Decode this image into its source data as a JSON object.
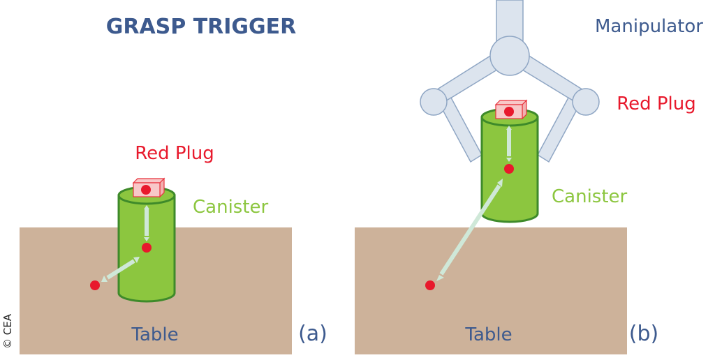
{
  "title": "GRASP TRIGGER",
  "copyright": "© CEA",
  "colors": {
    "title": "#3d5a8e",
    "table_fill": "#cdb29a",
    "canister_fill": "#8cc63f",
    "canister_stroke": "#3e8a2a",
    "plug_fill": "#f8c8c8",
    "plug_stroke": "#e8323c",
    "point": "#e8192c",
    "arrow": "#cfe8d8",
    "manipulator_fill": "#dce4ee",
    "manipulator_stroke": "#8fa6c4",
    "label_red": "#e8192c",
    "label_green": "#8cc63f",
    "label_blue": "#3d5a8e"
  },
  "panels": [
    {
      "id": "a",
      "panel_label": "(a)",
      "table_label": "Table",
      "canister_label": "Canister",
      "plug_label": "Red Plug"
    },
    {
      "id": "b",
      "panel_label": "(b)",
      "table_label": "Table",
      "canister_label": "Canister",
      "plug_label": "Red Plug",
      "manipulator_label": "Manipulator"
    }
  ]
}
